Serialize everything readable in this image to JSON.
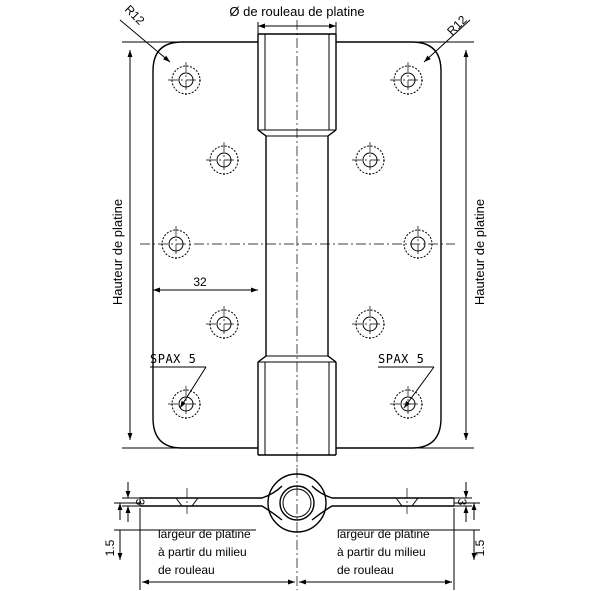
{
  "labels": {
    "roller_diameter": "Ø de rouleau de platine",
    "radius_left": "R12",
    "radius_right": "R12",
    "height_left": "Hauteur de platine",
    "height_right": "Hauteur de platine",
    "dim_32": "32",
    "screw_left": "SPAX 5",
    "screw_right": "SPAX 5",
    "width_left": [
      "largeur de platine",
      "à partir du milieu",
      "de rouleau"
    ],
    "width_right": [
      "largeur de platine",
      "à partir du milieu",
      "de rouleau"
    ],
    "dim_3_left": "3",
    "dim_3_right": "3",
    "dim_15_left": "1.5",
    "dim_15_right": "1.5"
  }
}
